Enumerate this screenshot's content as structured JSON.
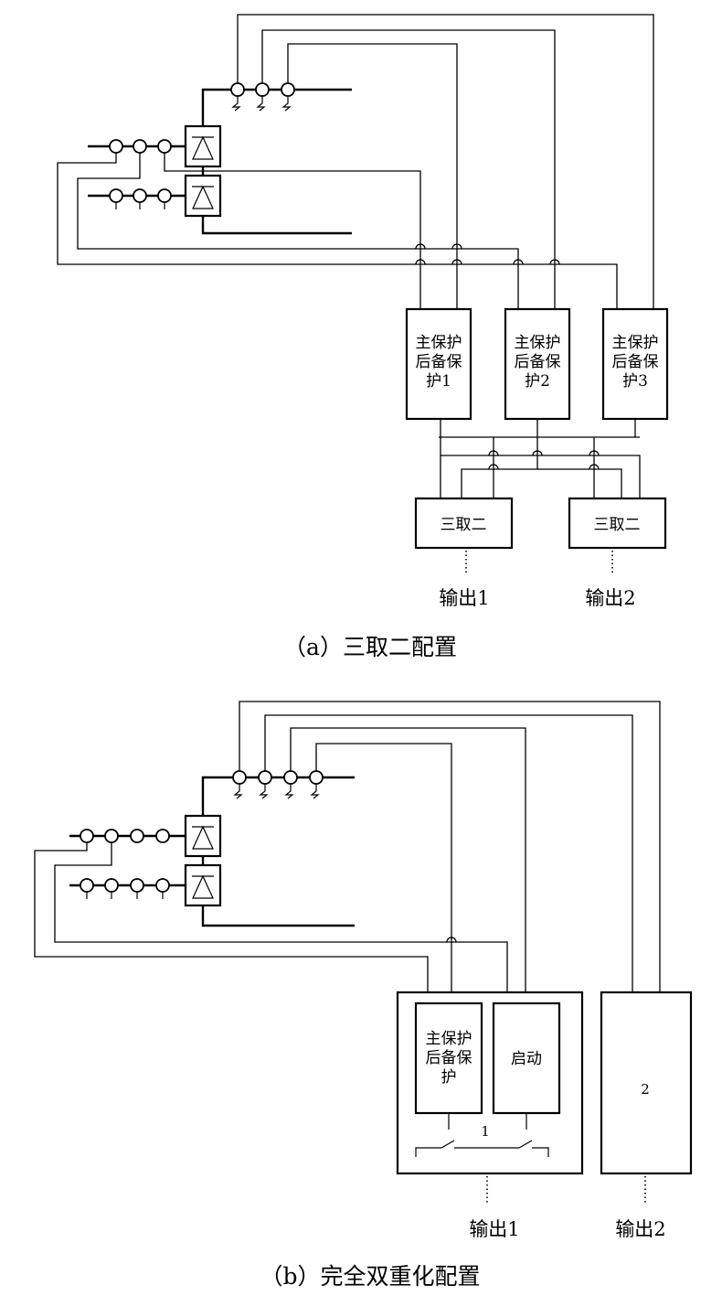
{
  "diagram_a": {
    "protections": [
      {
        "lines": [
          "主保护",
          "后备保",
          "护1"
        ]
      },
      {
        "lines": [
          "主保护",
          "后备保",
          "护2"
        ]
      },
      {
        "lines": [
          "主保护",
          "后备保",
          "护3"
        ]
      }
    ],
    "voters": [
      "三取二",
      "三取二"
    ],
    "outputs": [
      "输出1",
      "输出2"
    ],
    "caption": "（a）三取二配置"
  },
  "diagram_b": {
    "protection": {
      "lines": [
        "主保护",
        "后备保",
        "护"
      ]
    },
    "start_label": "启动",
    "set1_label": "1",
    "set2_label": "2",
    "outputs": [
      "输出1",
      "输出2"
    ],
    "caption": "（b）完全双重化配置"
  }
}
